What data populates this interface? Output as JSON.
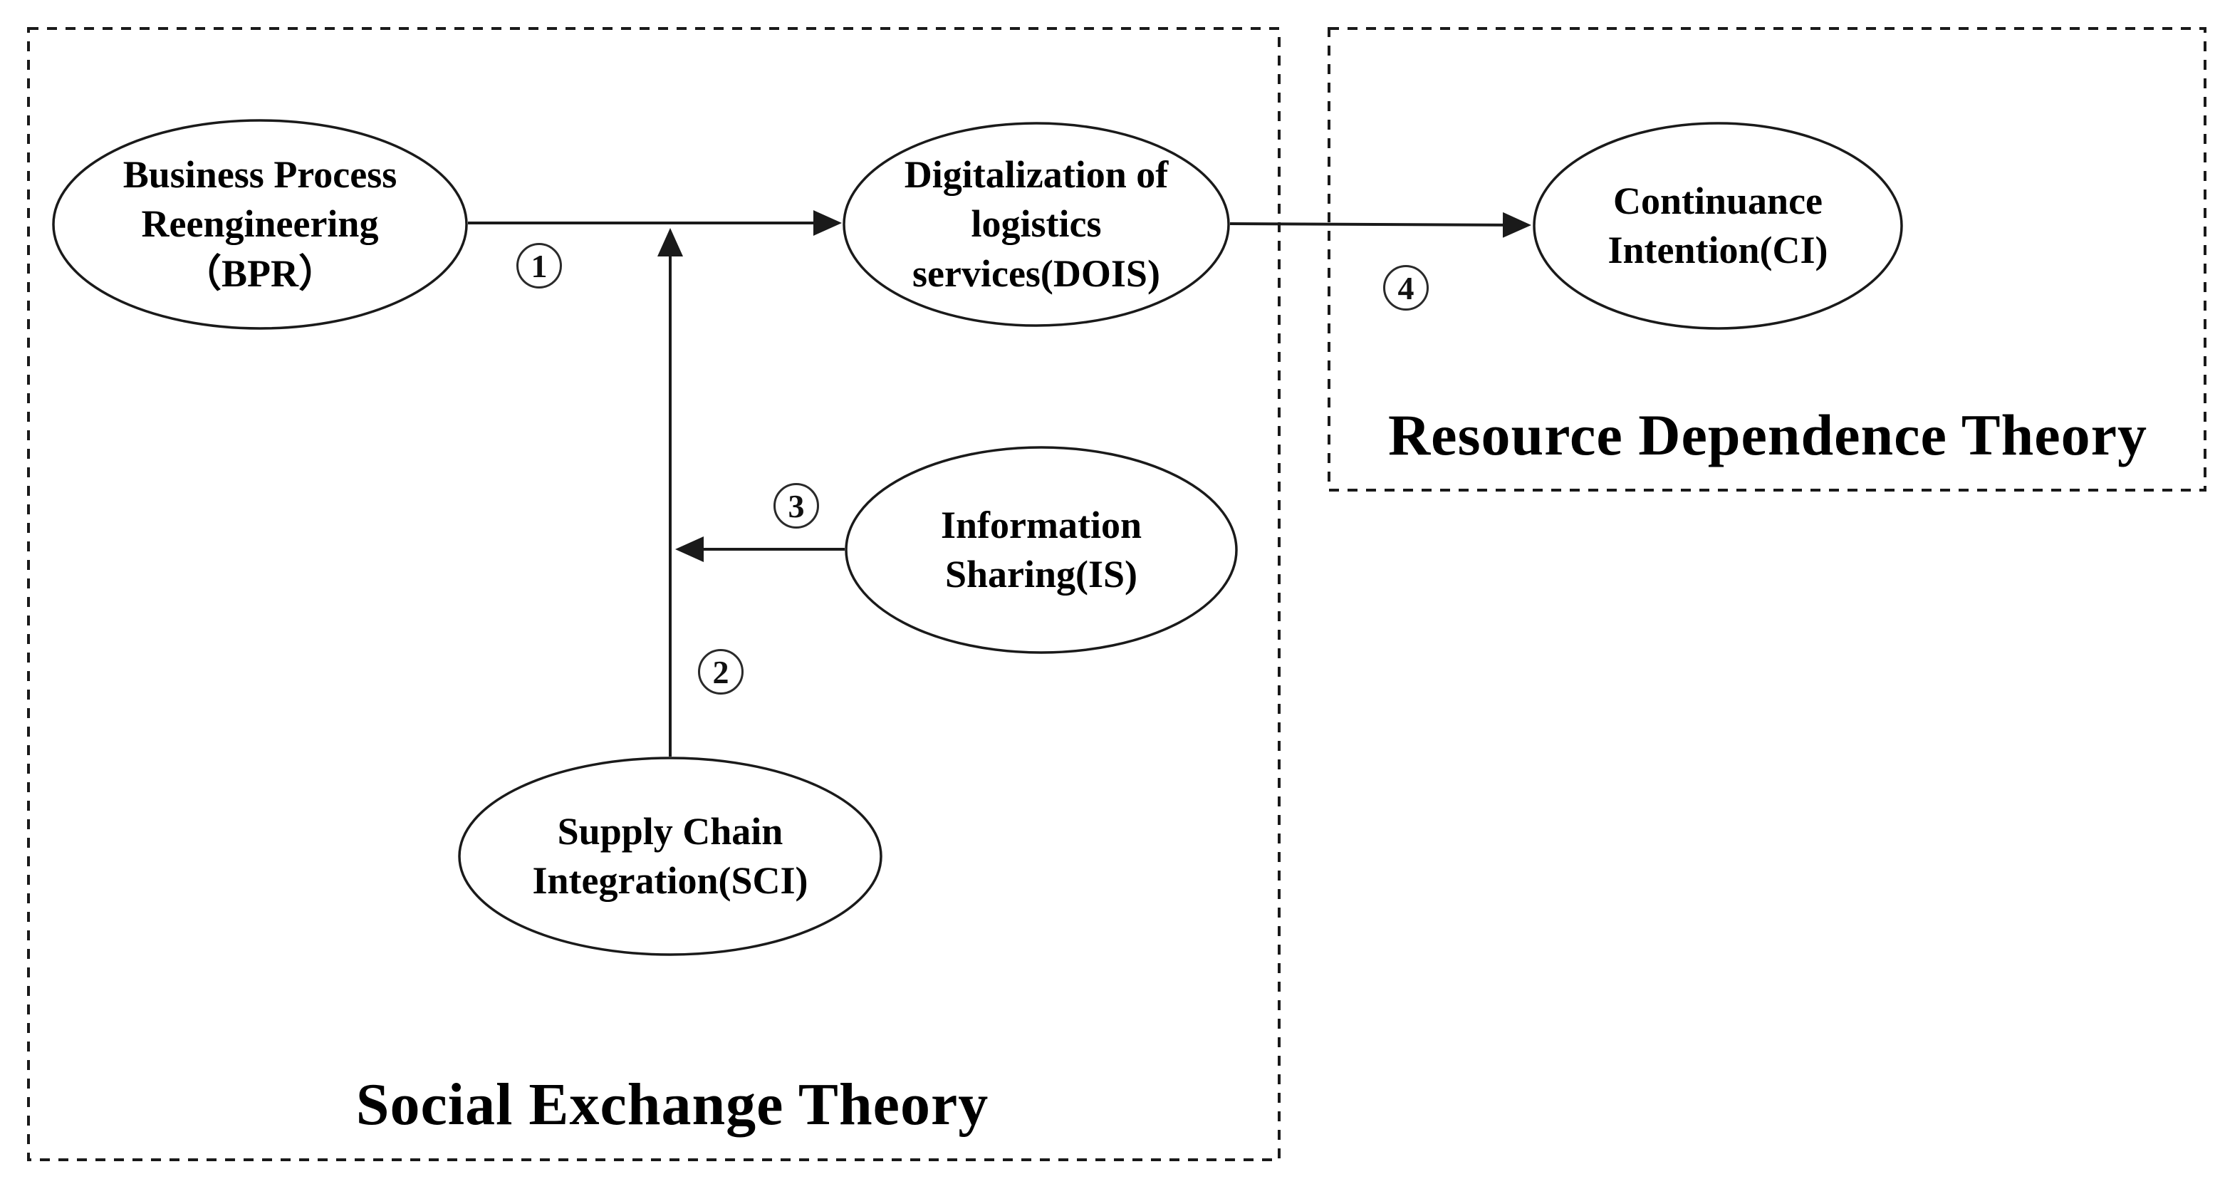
{
  "colors": {
    "ink": "#1a1a1a",
    "background": "#ffffff"
  },
  "boxes": {
    "social_exchange": {
      "label": "Social Exchange Theory"
    },
    "resource_dependence": {
      "label": "Resource Dependence Theory"
    }
  },
  "nodes": {
    "bpr": {
      "label": "Business Process\nReengineering\n（BPR）"
    },
    "dois": {
      "label": "Digitalization of\nlogistics\nservices(DOIS)"
    },
    "is": {
      "label": "Information\nSharing(IS)"
    },
    "sci": {
      "label": "Supply Chain\nIntegration(SCI)"
    },
    "ci": {
      "label": "Continuance\nIntention(CI)"
    }
  },
  "arrow_labels": {
    "a1": "1",
    "a2": "2",
    "a3": "3",
    "a4": "4"
  }
}
